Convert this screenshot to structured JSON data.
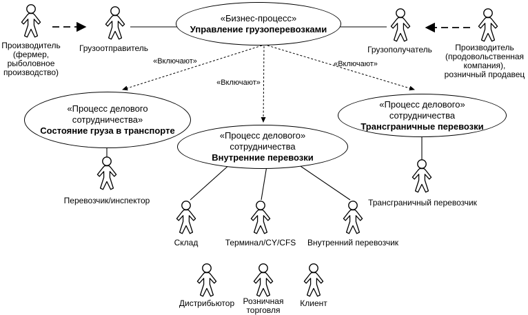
{
  "colors": {
    "line": "#000000",
    "background": "#ffffff"
  },
  "ellipses": {
    "top": {
      "line1": "«Бизнес-процесс»",
      "line2": "Управление грузоперевозками"
    },
    "left": {
      "line1": "«Процесс делового",
      "line2": "сотрудничества»",
      "line3": "Состояние груза в транспорте"
    },
    "middle": {
      "line1": "«Процесс делового»",
      "line2": "сотрудничества",
      "line3": "Внутренние перевозки"
    },
    "right": {
      "line1": "«Процесс делового»",
      "line2": "сотрудничества",
      "line3": "Трансграничные перевозки"
    }
  },
  "include_labels": {
    "left": "«Включают»",
    "middle": "«Включают»",
    "right": "«Включают»"
  },
  "actors": {
    "producer_left": {
      "label": "Производитель\n(фермер,\nрыболовное\nпроизводство)"
    },
    "shipper": {
      "label": "Грузоотправитель"
    },
    "consignee": {
      "label": "Грузополучатель"
    },
    "producer_right": {
      "label": "Производитель\n(продовольственная\nкомпания),\nрозничный продавец"
    },
    "carrier_inspector": {
      "label": "Перевозчик/инспектор"
    },
    "warehouse": {
      "label": "Склад"
    },
    "terminal": {
      "label": "Терминал/CY/CFS"
    },
    "domestic_carrier": {
      "label": "Внутренний перевозчик"
    },
    "crossborder_carrier": {
      "label": "Трансграничный перевозчик"
    },
    "distributor": {
      "label": "Дистрибьютор"
    },
    "retail": {
      "label": "Розничная\nторговля"
    },
    "client": {
      "label": "Клиент"
    }
  }
}
